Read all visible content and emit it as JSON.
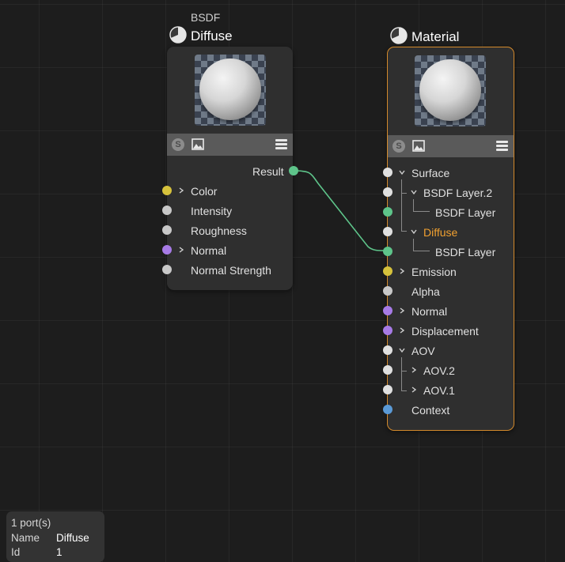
{
  "wire_color": "#5ec48a",
  "selected_border_color": "#d48a2c",
  "nodes": {
    "diffuse": {
      "category": "BSDF",
      "title": "Diffuse",
      "icon": "material-sphere-icon",
      "output": {
        "label": "Result",
        "color": "#5ec48a"
      },
      "inputs": [
        {
          "label": "Color",
          "color": "#d6c23c",
          "expandable": true
        },
        {
          "label": "Intensity",
          "color": "#c8c8c8",
          "expandable": false
        },
        {
          "label": "Roughness",
          "color": "#c8c8c8",
          "expandable": false
        },
        {
          "label": "Normal",
          "color": "#a77be6",
          "expandable": true
        },
        {
          "label": "Normal Strength",
          "color": "#c8c8c8",
          "expandable": false
        }
      ]
    },
    "material": {
      "title": "Material",
      "icon": "material-sphere-icon",
      "inputs": [
        {
          "label": "Surface",
          "color": "#e0e0e0",
          "chevron": "down"
        },
        {
          "label": "BSDF Layer.2",
          "color": "#e0e0e0",
          "chevron": "down"
        },
        {
          "label": "BSDF Layer",
          "color": "#5ec48a",
          "chevron": "none"
        },
        {
          "label": "Diffuse",
          "color": "#e0e0e0",
          "chevron": "down",
          "highlight": true
        },
        {
          "label": "BSDF Layer",
          "color": "#5ec48a",
          "chevron": "none"
        },
        {
          "label": "Emission",
          "color": "#d6c23c",
          "chevron": "right"
        },
        {
          "label": "Alpha",
          "color": "#c8c8c8",
          "chevron": "none"
        },
        {
          "label": "Normal",
          "color": "#a77be6",
          "chevron": "right"
        },
        {
          "label": "Displacement",
          "color": "#a77be6",
          "chevron": "right"
        },
        {
          "label": "AOV",
          "color": "#e0e0e0",
          "chevron": "down"
        },
        {
          "label": "AOV.2",
          "color": "#e0e0e0",
          "chevron": "right"
        },
        {
          "label": "AOV.1",
          "color": "#e0e0e0",
          "chevron": "right"
        },
        {
          "label": "Context",
          "color": "#5b9ad6",
          "chevron": "none"
        }
      ]
    }
  },
  "toolbar": {
    "s_label": "S",
    "image_icon": "image-icon",
    "menu_icon": "hamburger-menu-icon"
  },
  "info": {
    "summary": "1 port(s)",
    "rows": [
      {
        "key": "Name",
        "value": "Diffuse"
      },
      {
        "key": "Id",
        "value": "1"
      }
    ]
  }
}
